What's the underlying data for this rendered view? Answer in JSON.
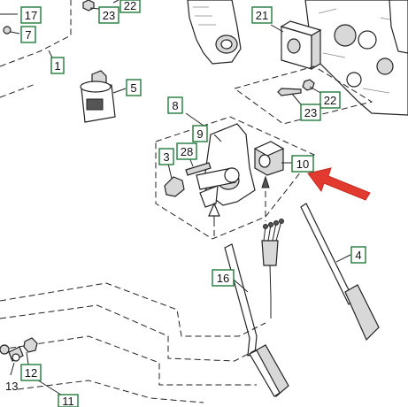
{
  "callouts": {
    "c17": "17",
    "c7": "7",
    "c1": "1",
    "c23_top": "23",
    "c22_top": "22",
    "c21": "21",
    "c5": "5",
    "c8": "8",
    "c9": "9",
    "c23_mid": "23",
    "c22_mid": "22",
    "c3": "3",
    "c28": "28",
    "c10": "10",
    "c4": "4",
    "c16": "16",
    "c12": "12",
    "c11": "11"
  },
  "labels": {
    "l13": "13"
  },
  "colors": {
    "callout_border": "#1f7a3a",
    "highlight_arrow": "#e23a2e",
    "line": "#222222"
  },
  "highlight": {
    "target": "10",
    "icon": "red-pointer-arrow-icon"
  }
}
